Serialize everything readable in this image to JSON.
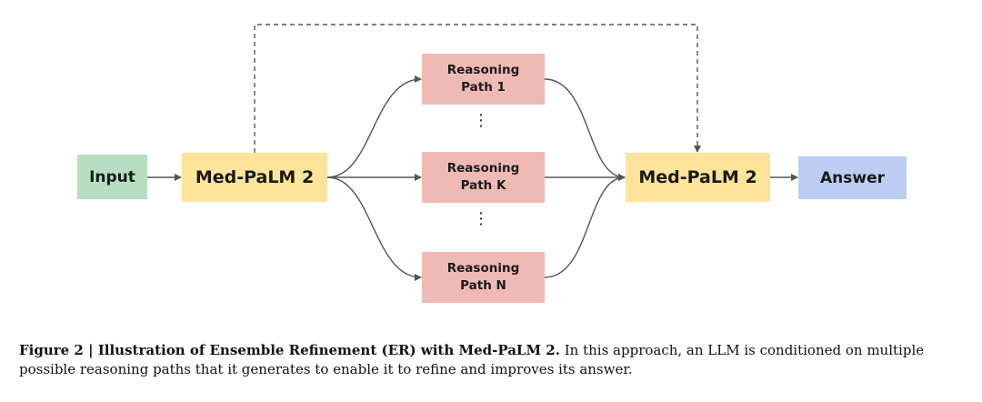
{
  "diagram": {
    "input_label": "Input",
    "model_label_first": "Med-PaLM 2",
    "model_label_second": "Med-PaLM 2",
    "answer_label": "Answer",
    "paths": [
      {
        "line1": "Reasoning",
        "line2": "Path 1"
      },
      {
        "line1": "Reasoning",
        "line2": "Path K"
      },
      {
        "line1": "Reasoning",
        "line2": "Path N"
      }
    ],
    "ellipsis": "⋮",
    "colors": {
      "input": "#b8dec2",
      "model": "#fde49a",
      "path": "#efb9b6",
      "answer": "#bccdf3"
    }
  },
  "caption": {
    "figure_label": "Figure 2 | Illustration of Ensemble Refinement (ER) with Med-PaLM 2.",
    "text": " In this approach, an LLM is conditioned on multiple possible reasoning paths that it generates to enable it to refine and improves its answer."
  }
}
